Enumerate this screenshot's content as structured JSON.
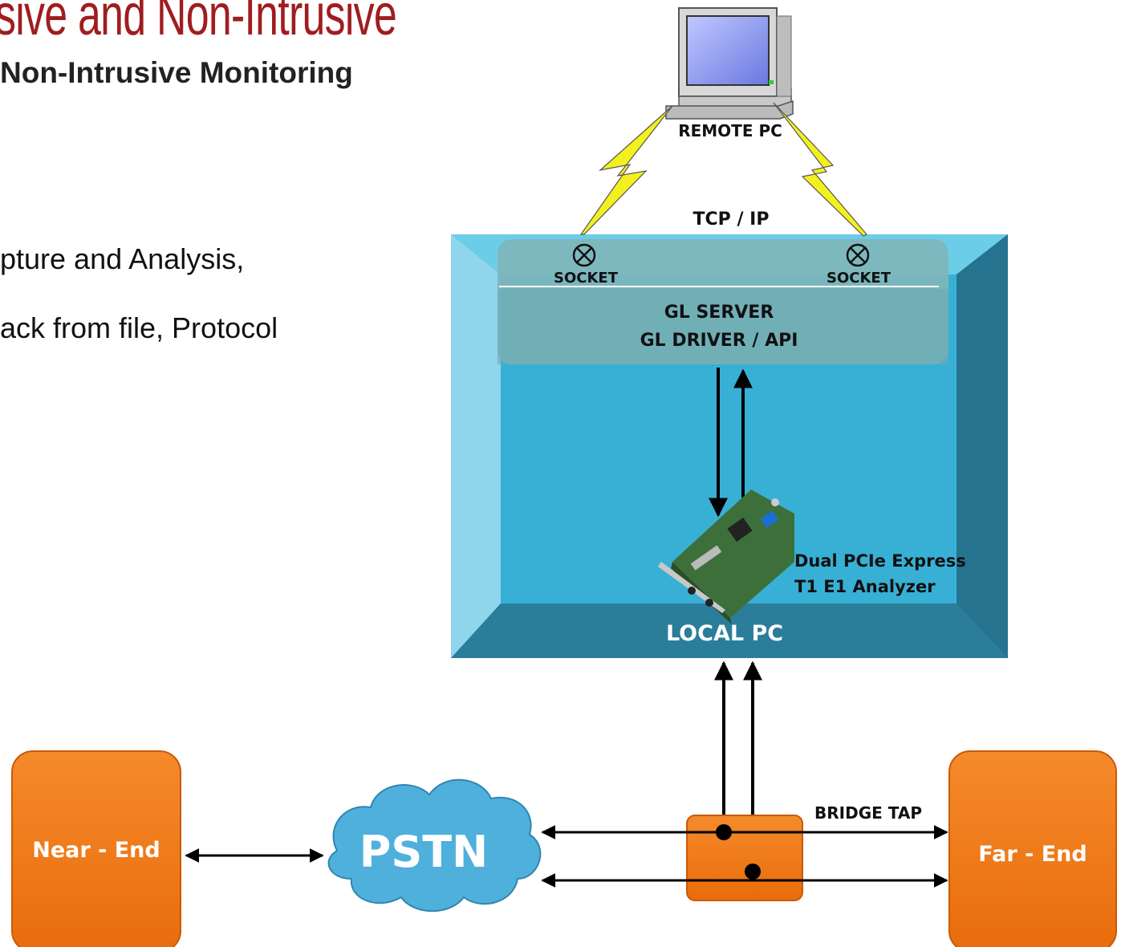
{
  "slide": {
    "title": "sive and Non-Intrusive",
    "subtitle": "Non-Intrusive Monitoring",
    "bullets": [
      "pture and Analysis,",
      "ack from file,  Protocol"
    ]
  },
  "diagram": {
    "remote_pc": "REMOTE PC",
    "tcp_ip": "TCP / IP",
    "socket_left": "SOCKET",
    "socket_right": "SOCKET",
    "server_line1": "GL SERVER",
    "server_line2": "GL DRIVER / API",
    "card_line1": "Dual PCIe Express",
    "card_line2": "T1 E1 Analyzer",
    "local_pc": "LOCAL PC",
    "bridge_tap": "BRIDGE TAP",
    "pstn": "PSTN",
    "near_end": "Near - End",
    "far_end": "Far - End"
  },
  "colors": {
    "title_red": "#a01d1f",
    "orange": "#f07818",
    "box_blue": "#3aa9cc",
    "lightning_yellow": "#f3f020",
    "cloud_blue": "#4fb0dc"
  }
}
